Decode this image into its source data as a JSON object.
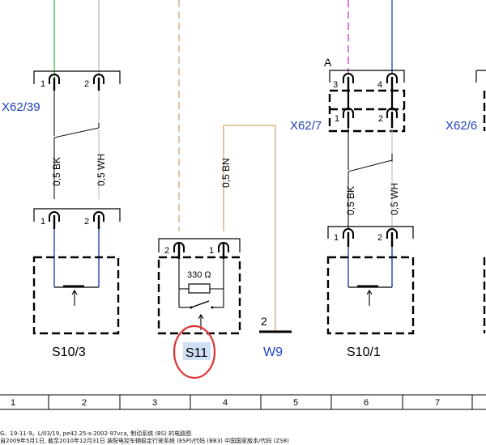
{
  "connectors": {
    "x62_39": "X62/39",
    "x62_7": "X62/7",
    "x62_6": "X62/6",
    "a_label": "A"
  },
  "pins": {
    "p1": "1",
    "p2": "2",
    "p3": "3",
    "p4": "4"
  },
  "wires": {
    "bk": "0,5 BK",
    "wh": "0,5 WH",
    "bn": "0,5 BN"
  },
  "components": {
    "s10_3": "S10/3",
    "s11": "S11",
    "w9": "W9",
    "s10_1": "S10/1",
    "resistor": "330 Ω",
    "w9_pin": "2"
  },
  "grid": [
    "1",
    "2",
    "3",
    "4",
    "5",
    "6",
    "7"
  ],
  "footer": {
    "line1": "G、19-11-9。L/03/19, pe42.25-s-2002-97vca, 制动系统 (BS) 的电路图",
    "line2": "自2009年5月1日, 截至2010年12月31日 装配电控车辆稳定行驶系统 (ESP)/代码 (BB3) 中国国家版本/代码 (ZS8)"
  },
  "colors": {
    "green": "#33cc33",
    "blue": "#1f3fbf",
    "tan": "#d4a373",
    "magenta": "#cc33cc",
    "highlight_red": "#e03030",
    "highlight_fill": "#cfe0f4"
  }
}
